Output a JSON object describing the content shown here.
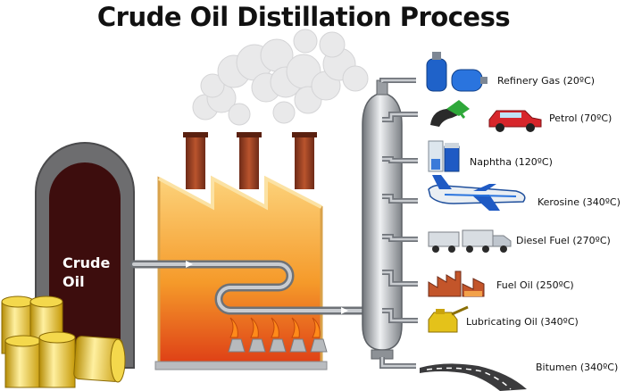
{
  "title": "Crude Oil Distillation Process",
  "source": {
    "line1": "Crude",
    "line2": "Oil"
  },
  "fractions": [
    {
      "label": "Refinery Gas (20ºC)",
      "icon": "gas-cylinder-icon"
    },
    {
      "label": "Petrol (70ºC)",
      "icon": "fuel-nozzle-car-icon"
    },
    {
      "label": "Naphtha (120ºC)",
      "icon": "chemical-jars-icon"
    },
    {
      "label": "Kerosine (340ºC)",
      "icon": "airplane-icon"
    },
    {
      "label": "Diesel Fuel (270ºC)",
      "icon": "truck-icon"
    },
    {
      "label": "Fuel Oil (250ºC)",
      "icon": "factory-icon"
    },
    {
      "label": "Lubricating Oil (340ºC)",
      "icon": "oil-can-icon"
    },
    {
      "label": "Bitumen (340ºC)",
      "icon": "road-icon"
    }
  ],
  "colors": {
    "tank": "#3d0d0d",
    "furnace": "#f28c1e",
    "pipe": "#8f9399",
    "flame": "#ff8c1a",
    "barrel": "#e8c21a"
  }
}
